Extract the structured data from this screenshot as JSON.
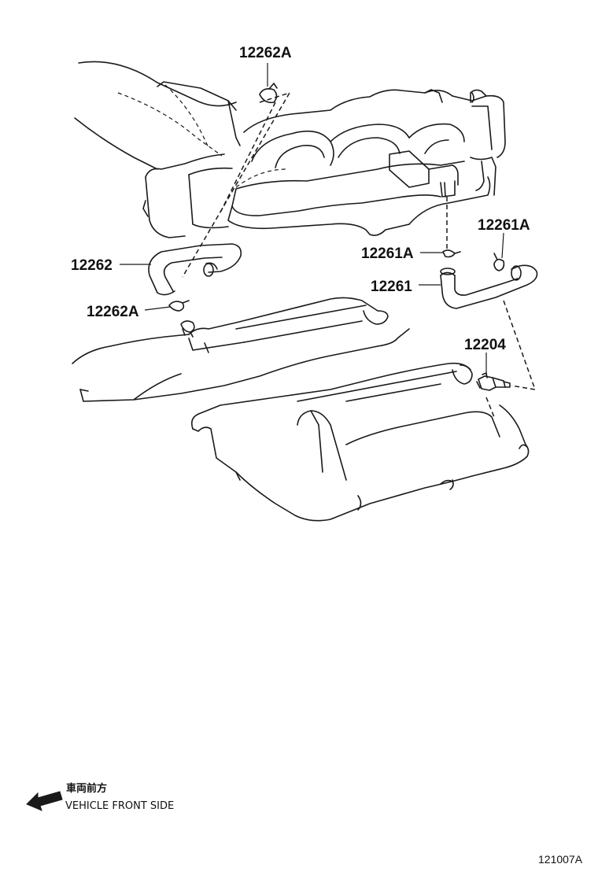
{
  "parts": {
    "clip_top": "12262A",
    "hose_left": "12262",
    "clip_left": "12262A",
    "clip_mid": "12261A",
    "clip_right": "12261A",
    "hose_right": "12261",
    "pcv_valve": "12204"
  },
  "legend": {
    "japanese": "車両前方",
    "english": "VEHICLE FRONT SIDE",
    "arrow_icon": "arrow-left-icon"
  },
  "diagram_code": "121007A",
  "colors": {
    "line": "#1a1a1a",
    "background": "#ffffff"
  }
}
